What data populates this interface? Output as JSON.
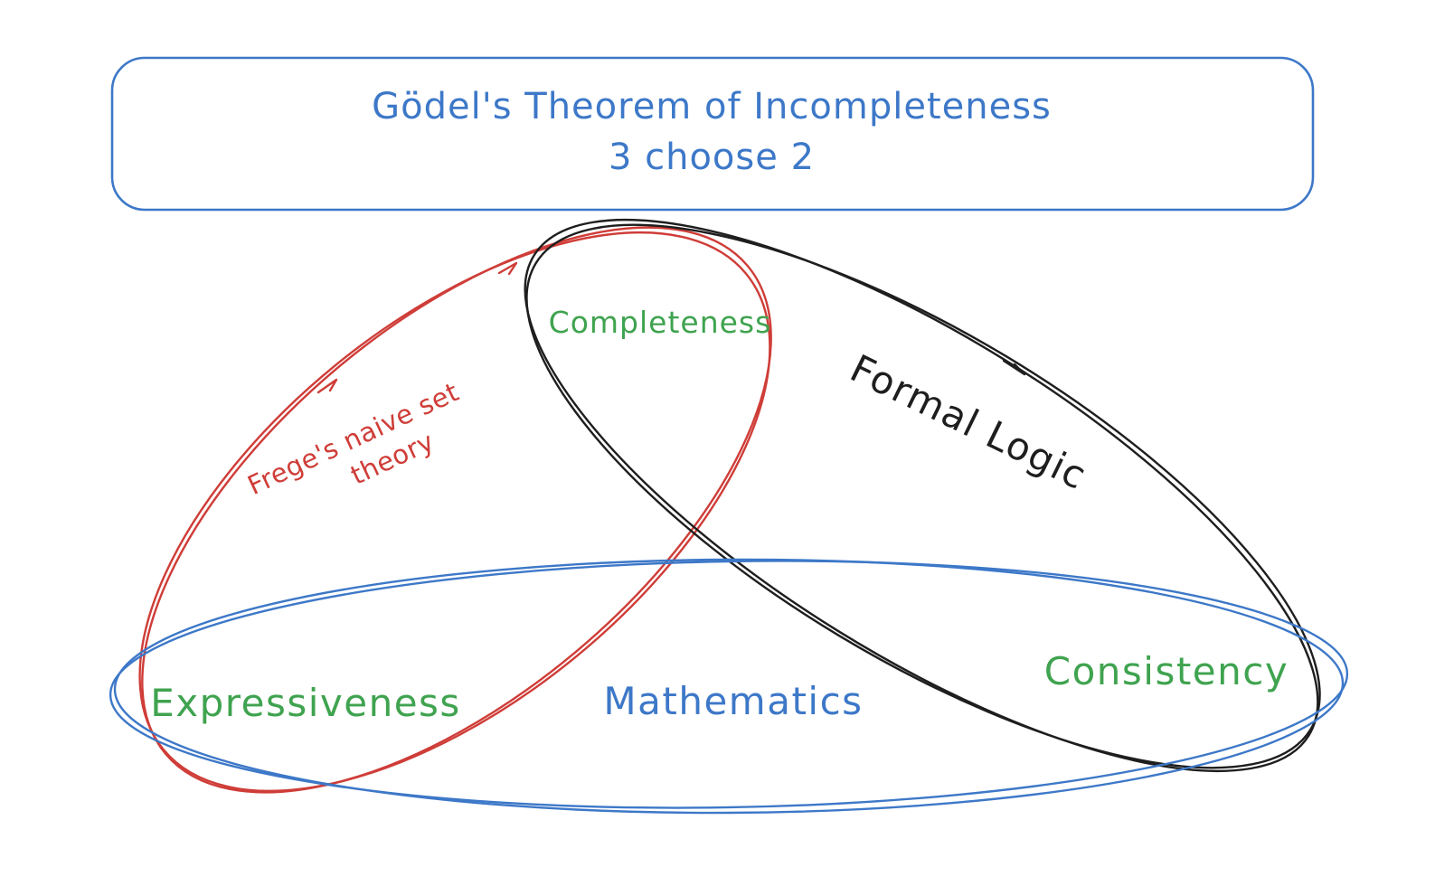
{
  "title": {
    "line1": "Gödel's Theorem of Incompleteness",
    "line2": "3 choose 2"
  },
  "colors": {
    "blue": "#3d78c8",
    "red": "#cf3d38",
    "green": "#3fa34f",
    "black": "#1e1e1e"
  },
  "diagram": {
    "type": "venn-3-sets",
    "sets": [
      {
        "name": "Frege's naive set theory",
        "color_name": "red",
        "label_line1": "Frege's naive set",
        "label_line2": "theory"
      },
      {
        "name": "Formal Logic",
        "color_name": "black",
        "label": "Formal Logic"
      },
      {
        "name": "Mathematics",
        "color_name": "blue",
        "label": "Mathematics"
      }
    ],
    "intersections": [
      {
        "label": "Completeness",
        "between": [
          "Frege's naive set theory",
          "Formal Logic"
        ]
      },
      {
        "label": "Expressiveness",
        "between": [
          "Frege's naive set theory",
          "Mathematics"
        ]
      },
      {
        "label": "Consistency",
        "between": [
          "Formal Logic",
          "Mathematics"
        ]
      }
    ]
  }
}
